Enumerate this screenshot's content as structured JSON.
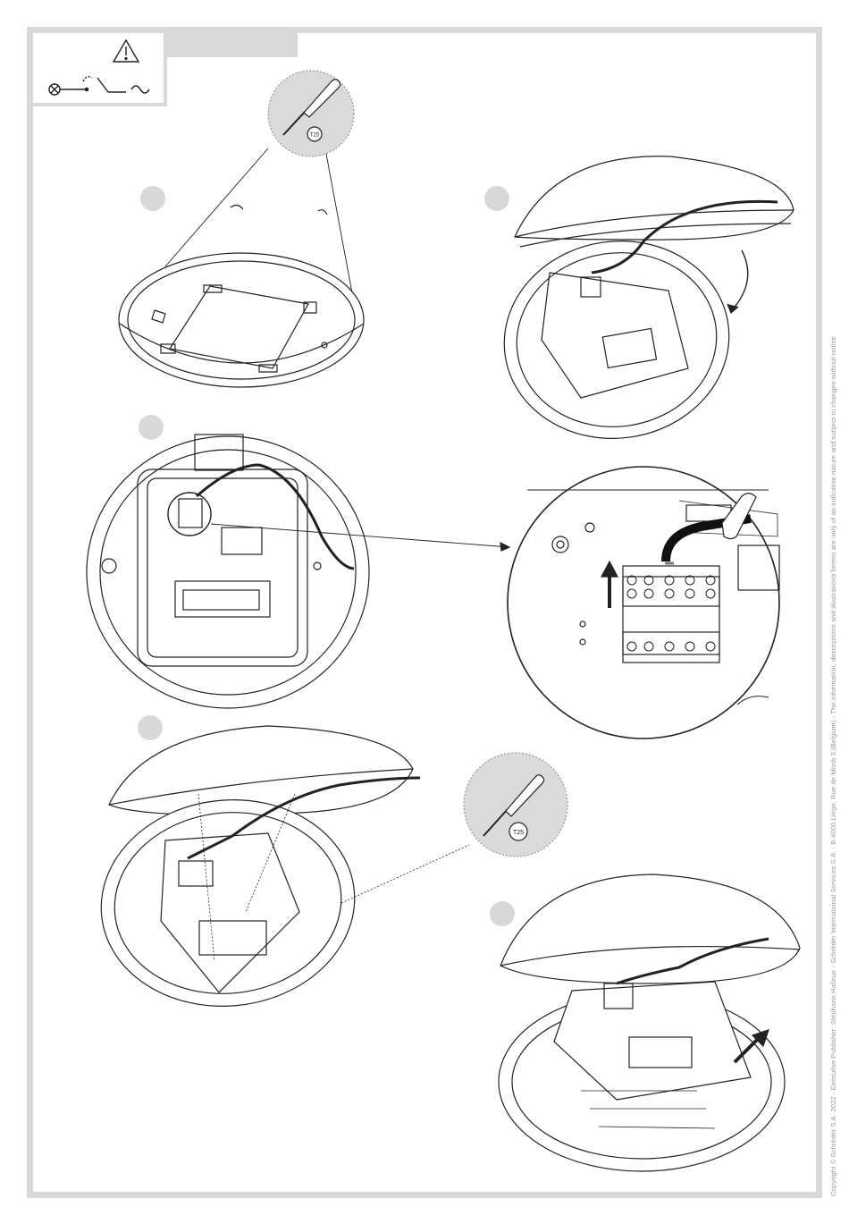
{
  "page": {
    "copyright": "Copyright © Schréder S.A. 2022 - Executive Publisher: Stéphane Halleux - Schréder International Services S.A. - B-4000 Liège, Rue de Mons 3 (Belgium) - The information, descriptions and illustrations herein are only of an indicative nature and subject to changes without notice"
  },
  "header": {
    "icons": [
      "warning-icon",
      "lamp-icon",
      "switch-icon",
      "ac-supply-icon"
    ]
  },
  "tools": [
    {
      "name": "screwdriver-icon",
      "bit": "T25",
      "label_top": "",
      "label_side": ""
    },
    {
      "name": "screwdriver-icon",
      "bit": "T25",
      "label_top": ""
    }
  ],
  "steps": [
    {
      "id": 1,
      "number": "",
      "illustration": "remove-screws"
    },
    {
      "id": 2,
      "number": "",
      "illustration": "open-cover"
    },
    {
      "id": 3,
      "number": "",
      "illustration": "disconnect-terminal"
    },
    {
      "id": 4,
      "number": "",
      "illustration": "unscrew-gear-tray"
    },
    {
      "id": 5,
      "number": "",
      "illustration": "remove-gear-tray"
    }
  ],
  "colors": {
    "frame": "#d9d9d9",
    "label": "#555555",
    "step": "#d8d8d8",
    "line": "#222222"
  }
}
